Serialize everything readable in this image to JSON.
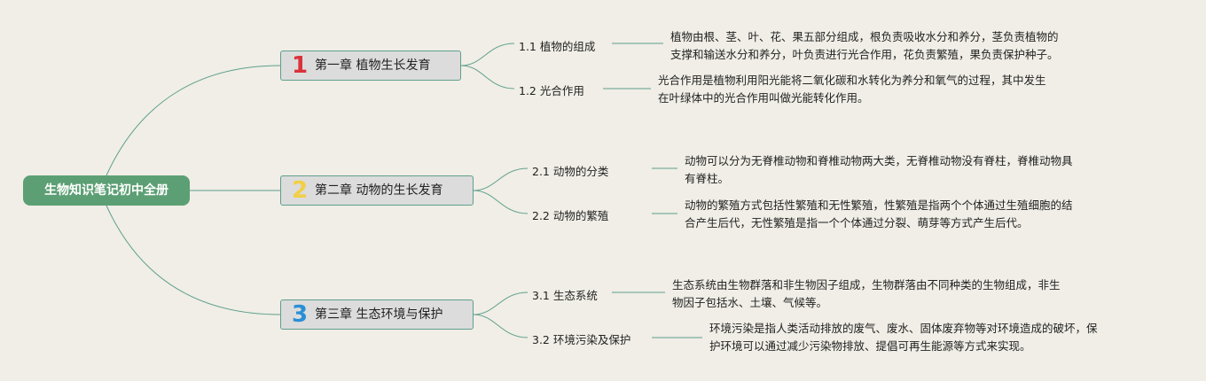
{
  "root": {
    "label": "生物知识笔记初中全册"
  },
  "chapters": [
    {
      "number": "1",
      "number_color": "#d9323b",
      "title": "第一章 植物生长发育",
      "sections": [
        {
          "label": "1.1 植物的组成",
          "desc_lines": [
            "植物由根、茎、叶、花、果五部分组成，根负责吸收水分和养分，茎负责植物的",
            "支撑和输送水分和养分，叶负责进行光合作用，花负责繁殖，果负责保护种子。"
          ]
        },
        {
          "label": "1.2 光合作用",
          "desc_lines": [
            "光合作用是植物利用阳光能将二氧化碳和水转化为养分和氧气的过程，其中发生",
            "在叶绿体中的光合作用叫做光能转化作用。"
          ]
        }
      ]
    },
    {
      "number": "2",
      "number_color": "#f2cf45",
      "title": "第二章 动物的生长发育",
      "sections": [
        {
          "label": "2.1 动物的分类",
          "desc_lines": [
            "动物可以分为无脊椎动物和脊椎动物两大类，无脊椎动物没有脊柱，脊椎动物具",
            "有脊柱。"
          ]
        },
        {
          "label": "2.2 动物的繁殖",
          "desc_lines": [
            "动物的繁殖方式包括性繁殖和无性繁殖，性繁殖是指两个个体通过生殖细胞的结",
            "合产生后代，无性繁殖是指一个个体通过分裂、萌芽等方式产生后代。"
          ]
        }
      ]
    },
    {
      "number": "3",
      "number_color": "#2a8fd6",
      "title": "第三章 生态环境与保护",
      "sections": [
        {
          "label": "3.1 生态系统",
          "desc_lines": [
            "生态系统由生物群落和非生物因子组成，生物群落由不同种类的生物组成，非生",
            "物因子包括水、土壤、气候等。"
          ]
        },
        {
          "label": "3.2 环境污染及保护",
          "desc_lines": [
            "环境污染是指人类活动排放的废气、废水、固体废弃物等对环境造成的破坏，保",
            "护环境可以通过减少污染物排放、提倡可再生能源等方式来实现。"
          ]
        }
      ]
    }
  ],
  "colors": {
    "connector": "#5e9f8e",
    "root_bg": "#5c9f74",
    "chapter_bg": "#dcdcdc",
    "background": "#f0eee6"
  }
}
